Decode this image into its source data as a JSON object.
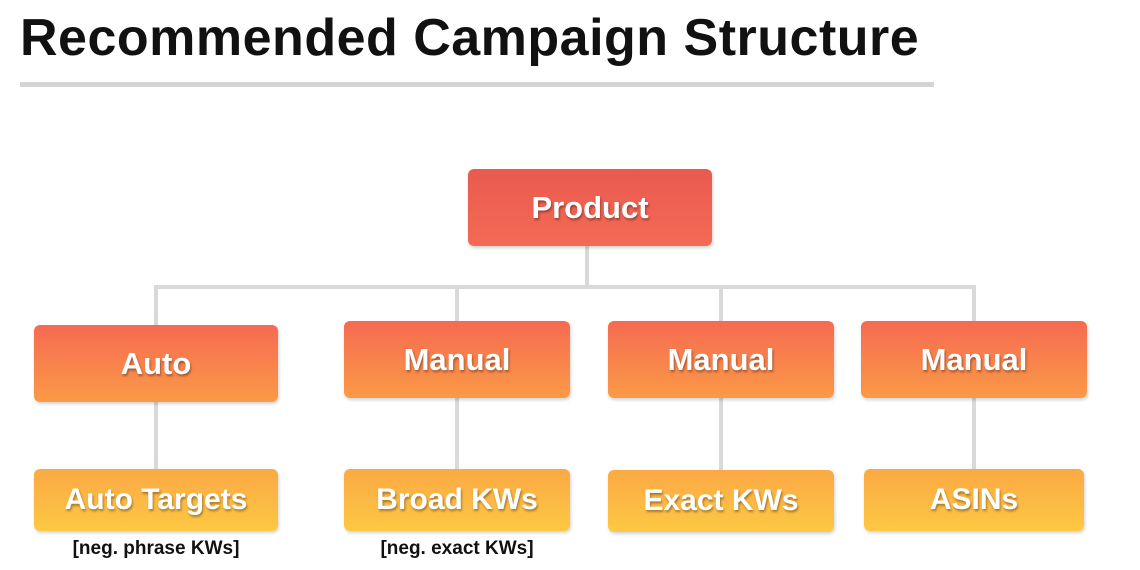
{
  "title": "Recommended Campaign Structure",
  "colors": {
    "root": "#ee5f52",
    "mid": "#f8834b",
    "leaf": "#fcb843",
    "connector": "#d9d9d9",
    "title_rule": "#d4d4d4"
  },
  "tree": {
    "root": "Product",
    "branches": [
      {
        "type": "Auto",
        "target": "Auto Targets",
        "note": "[neg. phrase KWs]"
      },
      {
        "type": "Manual",
        "target": "Broad KWs",
        "note": "[neg. exact KWs]"
      },
      {
        "type": "Manual",
        "target": "Exact KWs",
        "note": ""
      },
      {
        "type": "Manual",
        "target": "ASINs",
        "note": ""
      }
    ]
  }
}
